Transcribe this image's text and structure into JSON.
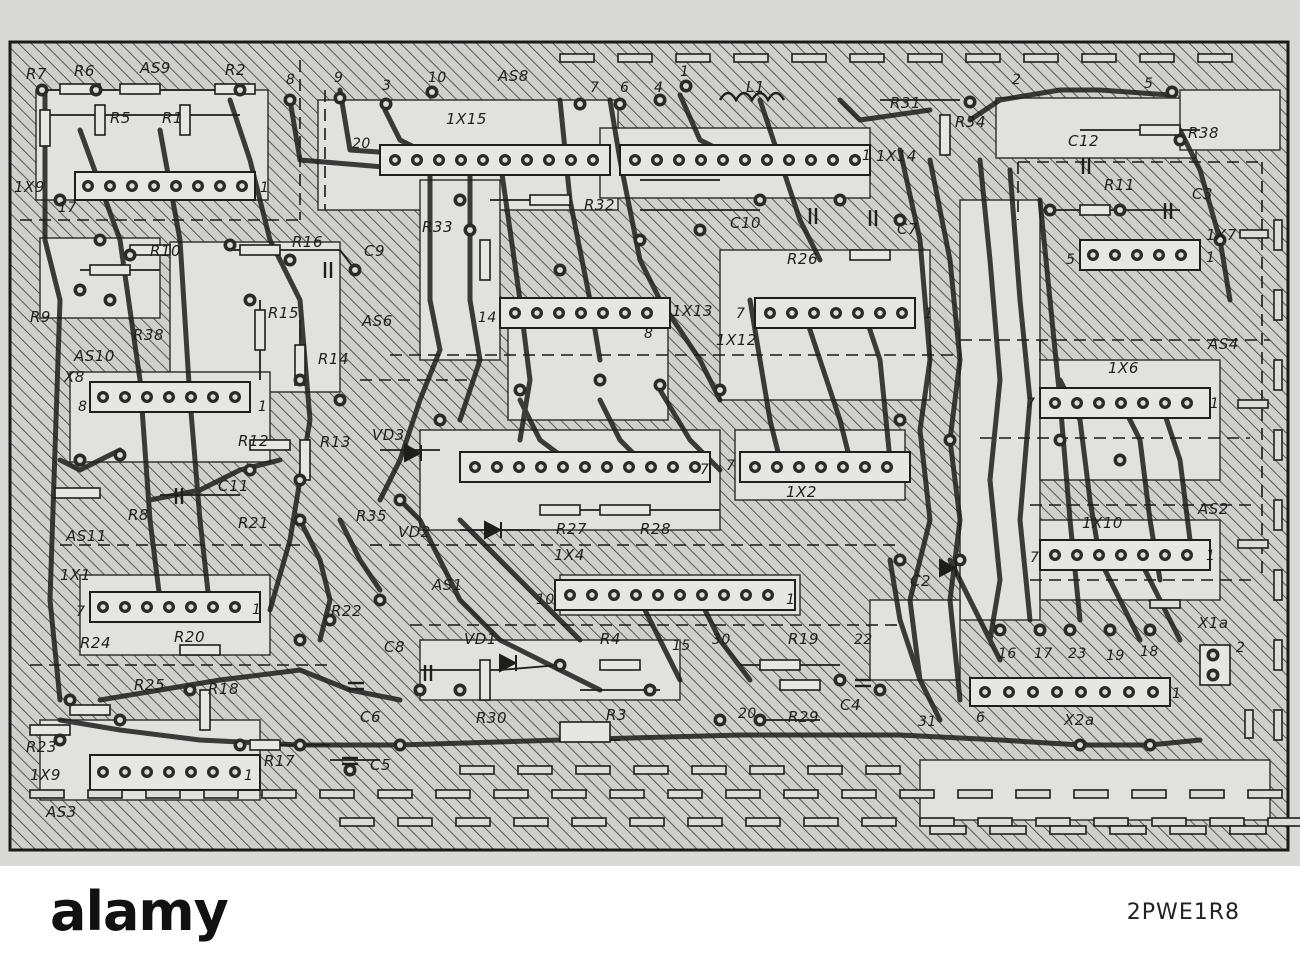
{
  "labels": {
    "R7": "R7",
    "R6": "R6",
    "AS9": "AS9",
    "R2": "R2",
    "R5": "R5",
    "R1": "R1",
    "1X9_top": "1X9",
    "AS8": "AS8",
    "1X15": "1X15",
    "L1": "L1",
    "R31": "R31",
    "R34": "R34",
    "C12": "C12",
    "R38_top": "R38",
    "R11": "R11",
    "C3": "C3",
    "1X14": "1X14",
    "1X7": "1X7",
    "R10": "R10",
    "R16": "R16",
    "C9": "C9",
    "R33": "R33",
    "R32": "R32",
    "C10": "C10",
    "C7": "C7",
    "R26": "R26",
    "R9": "R9",
    "R38": "R38",
    "R15": "R15",
    "AS6": "AS6",
    "R14": "R14",
    "1X13": "1X13",
    "1X12": "1X12",
    "AS10": "AS10",
    "X8": "X8",
    "AS4": "AS4",
    "1X6": "1X6",
    "R12": "R12",
    "R13": "R13",
    "VD3": "VD3",
    "C11": "C11",
    "R8": "R8",
    "1X2": "1X2",
    "AS11": "AS11",
    "R21": "R21",
    "R35": "R35",
    "VD2": "VD2",
    "R27": "R27",
    "R28": "R28",
    "AS2": "AS2",
    "1X10": "1X10",
    "1X1": "1X1",
    "1X4": "1X4",
    "AS1": "AS1",
    "R22": "R22",
    "C2": "C2",
    "R24": "R24",
    "R20": "R20",
    "C8": "C8",
    "VD1": "VD1",
    "R4": "R4",
    "R19": "R19",
    "X1a": "X1a",
    "R25": "R25",
    "R18": "R18",
    "C6": "C6",
    "R30": "R30",
    "R3": "R3",
    "R29": "R29",
    "C4": "C4",
    "X2a": "X2a",
    "R23": "R23",
    "R17": "R17",
    "C5": "C5",
    "1X9": "1X9",
    "AS3": "AS3"
  },
  "numbers": {
    "n8a": "8",
    "n9": "9",
    "n3": "3",
    "n10a": "10",
    "n7a": "7",
    "n6": "6",
    "n4": "4",
    "n2a": "2",
    "n5a": "5",
    "n1a": "1",
    "n20a": "20",
    "n1b": "1",
    "n17a": "17",
    "n1c": "1",
    "n5b": "5",
    "n14": "14",
    "n8b": "8",
    "n7b": "7",
    "n1d": "1",
    "n1e": "1",
    "n7c": "7",
    "n1f": "1",
    "n8c": "8",
    "n1g": "1",
    "n7d": "7",
    "n7e": "7",
    "n7f": "7",
    "n1h": "1",
    "n10b": "10",
    "n1i": "1",
    "n15": "15",
    "n30": "30",
    "n22": "22",
    "n16": "16",
    "n17b": "17",
    "n23": "23",
    "n19": "19",
    "n18": "18",
    "n2b": "2",
    "n20b": "20",
    "n31": "31",
    "n6b": "6",
    "n1j": "1",
    "n7g": "7",
    "n1k": "1",
    "n1l": "1"
  },
  "footer": {
    "logo": "alamy",
    "image_id": "2PWE1R8"
  }
}
